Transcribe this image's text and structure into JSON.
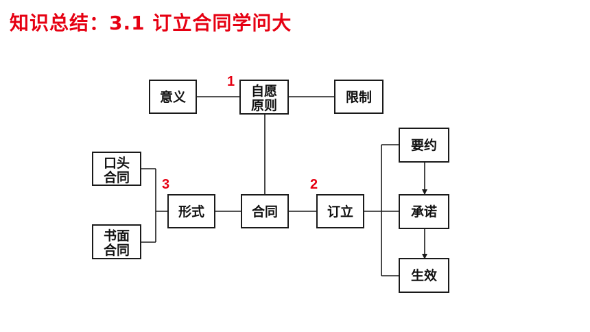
{
  "title": "知识总结：3.1 订立合同学问大",
  "colors": {
    "title": "#e60012",
    "number": "#e60012",
    "line": "#1a1a1a"
  },
  "nodes": {
    "yiyi": "意义",
    "ziyuan_1": "自愿",
    "ziyuan_2": "原则",
    "xianzhi": "限制",
    "koutou_1": "口头",
    "koutou_2": "合同",
    "shumian_1": "书面",
    "shumian_2": "合同",
    "xingshi": "形式",
    "hetong": "合同",
    "dingli": "订立",
    "yaoyue": "要约",
    "chengnuo": "承诺",
    "shengxiao": "生效"
  },
  "numbers": {
    "n1": "1",
    "n2": "2",
    "n3": "3"
  }
}
